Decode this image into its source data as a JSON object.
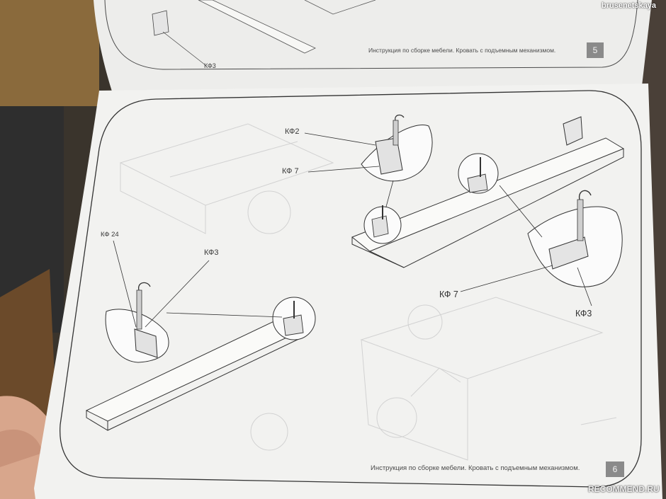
{
  "watermark": {
    "username": "brusenetskaya",
    "site": "RECOMMEND.RU"
  },
  "top_page": {
    "footer": "Инструкция по сборке мебели. Кровать с подъемным механизмом.",
    "page_number": "5",
    "callout": "КФ3"
  },
  "bottom_page": {
    "footer": "Инструкция по сборке мебели. Кровать с подъемным механизмом.",
    "page_number": "6",
    "callouts": {
      "kf2": "КФ2",
      "kf7_top": "КФ 7",
      "kf24": "КФ 24",
      "kf3_left": "КФ3",
      "kf7_right": "КФ 7",
      "kf3_right": "КФ3"
    }
  },
  "colors": {
    "paper": "#f2f2f0",
    "line": "#3a3a3a",
    "ghost": "#d6d6d6",
    "background": "#3a342c"
  }
}
